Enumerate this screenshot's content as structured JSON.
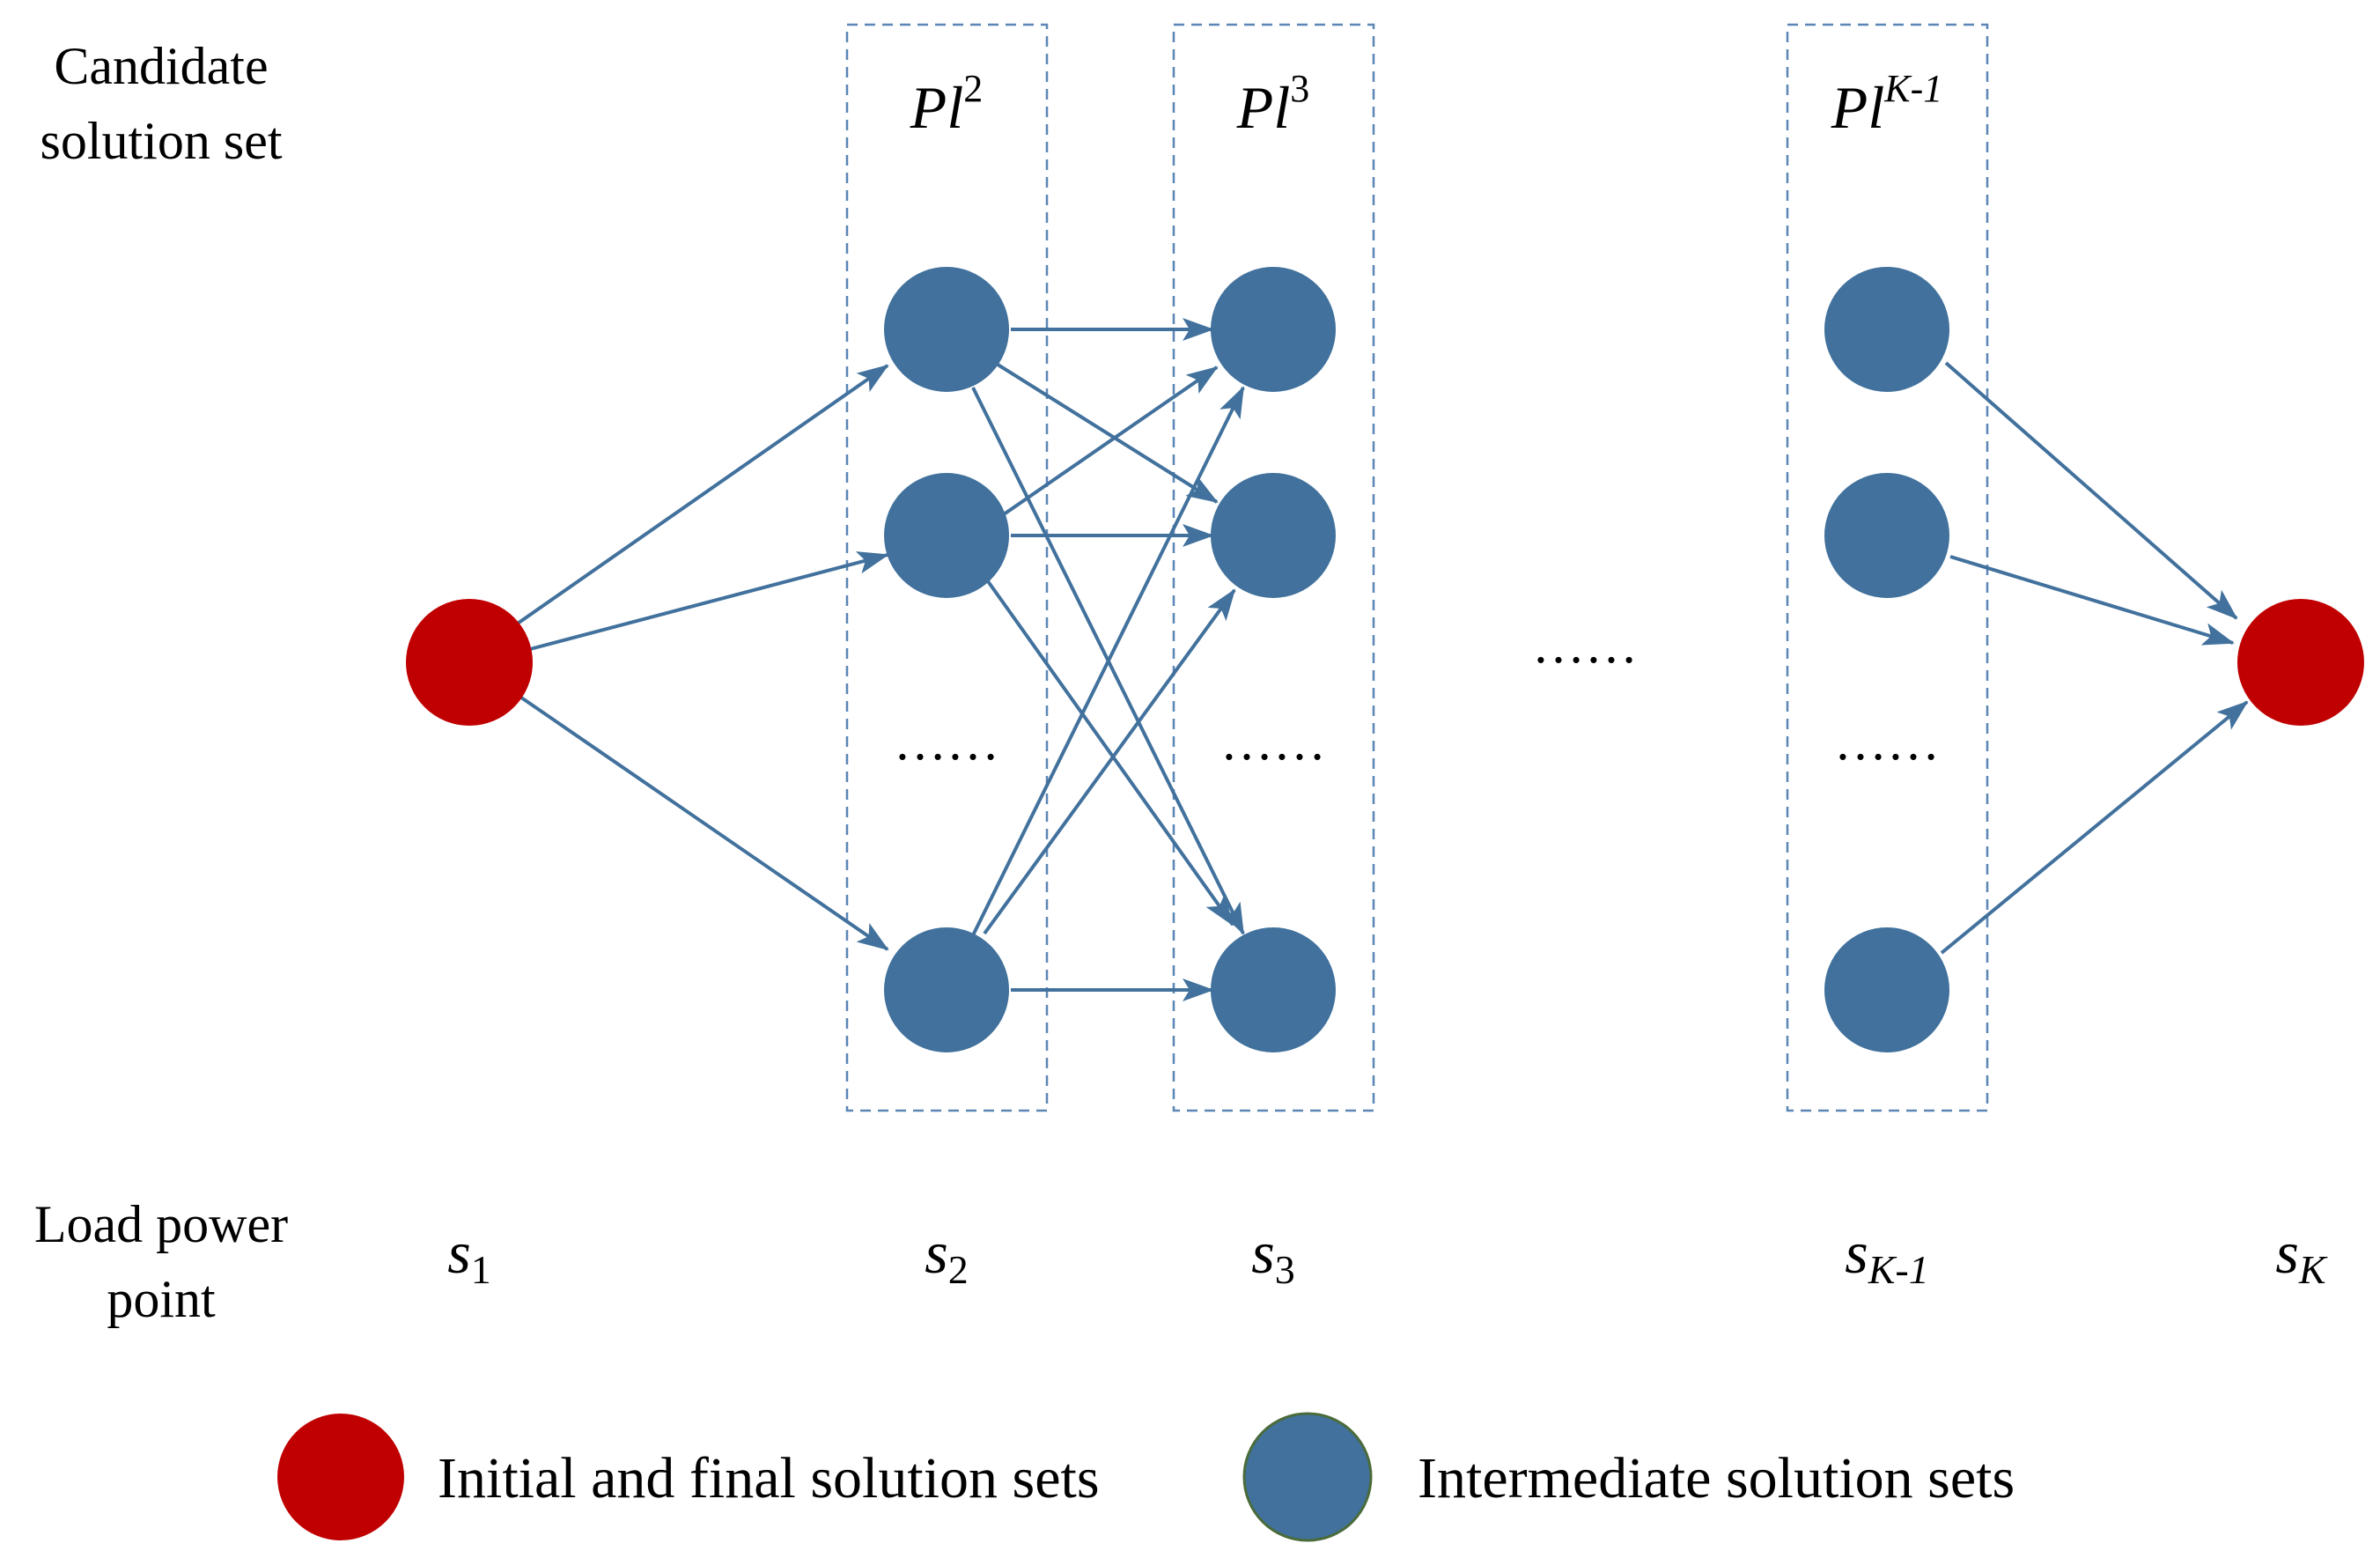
{
  "labels": {
    "candidate_line1": "Candidate",
    "candidate_line2": "solution set",
    "load_line1": "Load power",
    "load_line2": "point"
  },
  "sets": [
    {
      "base": "Pl",
      "sup": "2"
    },
    {
      "base": "Pl",
      "sup": "3"
    },
    {
      "base": "Pl",
      "sup": "K-1"
    }
  ],
  "points": [
    {
      "base": "s",
      "sub": "1"
    },
    {
      "base": "s",
      "sub": "2"
    },
    {
      "base": "s",
      "sub": "3"
    },
    {
      "base": "s",
      "sub": "K-1"
    },
    {
      "base": "s",
      "sub": "K"
    }
  ],
  "ellipsis": "……",
  "legend": {
    "initial_final": "Initial and final solution sets",
    "intermediate": "Intermediate solution sets"
  },
  "colors": {
    "terminal_node": "#c00000",
    "intermediate_node": "#41719c",
    "edge": "#41719c",
    "box_border": "#5b86b5"
  }
}
